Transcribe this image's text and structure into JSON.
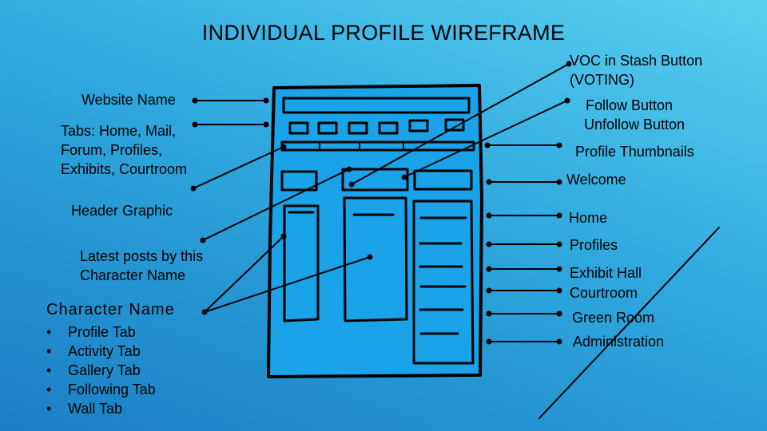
{
  "title": "INDIVIDUAL PROFILE WIREFRAME",
  "left_labels": {
    "website_name": "Website Name",
    "tabs": [
      "Tabs: Home, Mail,",
      "Forum, Profiles,",
      "Exhibits, Courtroom"
    ],
    "header_graphic": "Header Graphic",
    "latest_posts": [
      "Latest posts by this",
      "Character Name"
    ],
    "character_name": "Character Name",
    "character_tabs": [
      "Profile Tab",
      "Activity Tab",
      "Gallery Tab",
      "Following Tab",
      "Wall Tab"
    ]
  },
  "right_labels": {
    "voc": [
      "VOC in Stash Button",
      "(VOTING)"
    ],
    "follow": [
      "Follow Button",
      "Unfollow Button"
    ],
    "thumbnails": "Profile Thumbnails",
    "welcome": "Welcome",
    "home": "Home",
    "profiles": "Profiles",
    "exhibit_hall": "Exhibit Hall",
    "courtroom": "Courtroom",
    "green_room": "Green Room",
    "administration": "Administration"
  },
  "colors": {
    "wireframe_fill": "#1aa3e8",
    "ink": "#000000"
  }
}
